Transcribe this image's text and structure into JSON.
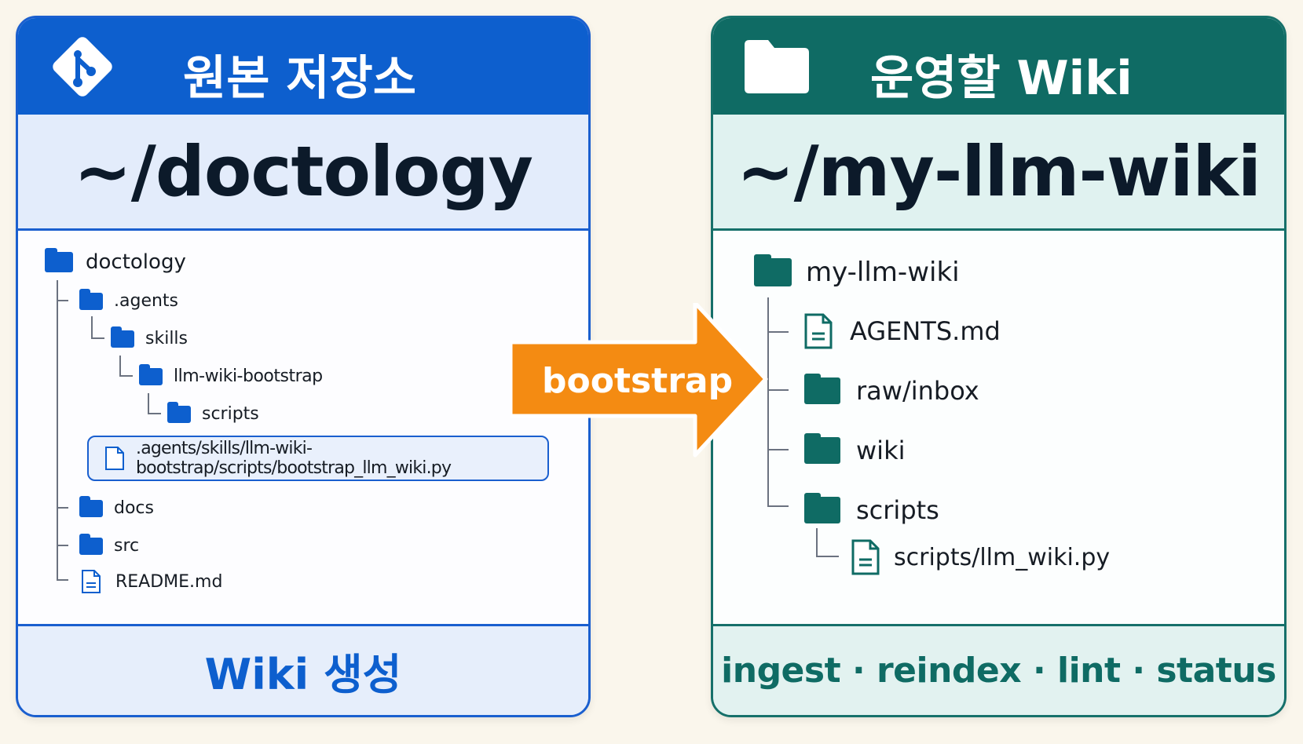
{
  "colors": {
    "source_accent": "#0d5fce",
    "wiki_accent": "#0f6b64",
    "arrow": "#f48b12",
    "background": "#faf6ec"
  },
  "source_panel": {
    "header_title": "원본 저장소",
    "header_icon": "git-icon",
    "path": "~/doctology",
    "tree": {
      "root": "doctology",
      "agents": ".agents",
      "skills": "skills",
      "bootstrap_skill": "llm-wiki-bootstrap",
      "scripts": "scripts",
      "script_file": ".agents/skills/llm-wiki-bootstrap/scripts/bootstrap_llm_wiki.py",
      "docs": "docs",
      "src": "src",
      "readme": "README.md"
    },
    "footer": "Wiki 생성"
  },
  "arrow_label": "bootstrap",
  "wiki_panel": {
    "header_title": "운영할 Wiki",
    "header_icon": "folder-icon",
    "path": "~/my-llm-wiki",
    "tree": {
      "root": "my-llm-wiki",
      "agents_md": "AGENTS.md",
      "raw_inbox": "raw/inbox",
      "wiki": "wiki",
      "scripts": "scripts",
      "script_file": "scripts/llm_wiki.py"
    },
    "footer": "ingest · reindex · lint · status"
  }
}
